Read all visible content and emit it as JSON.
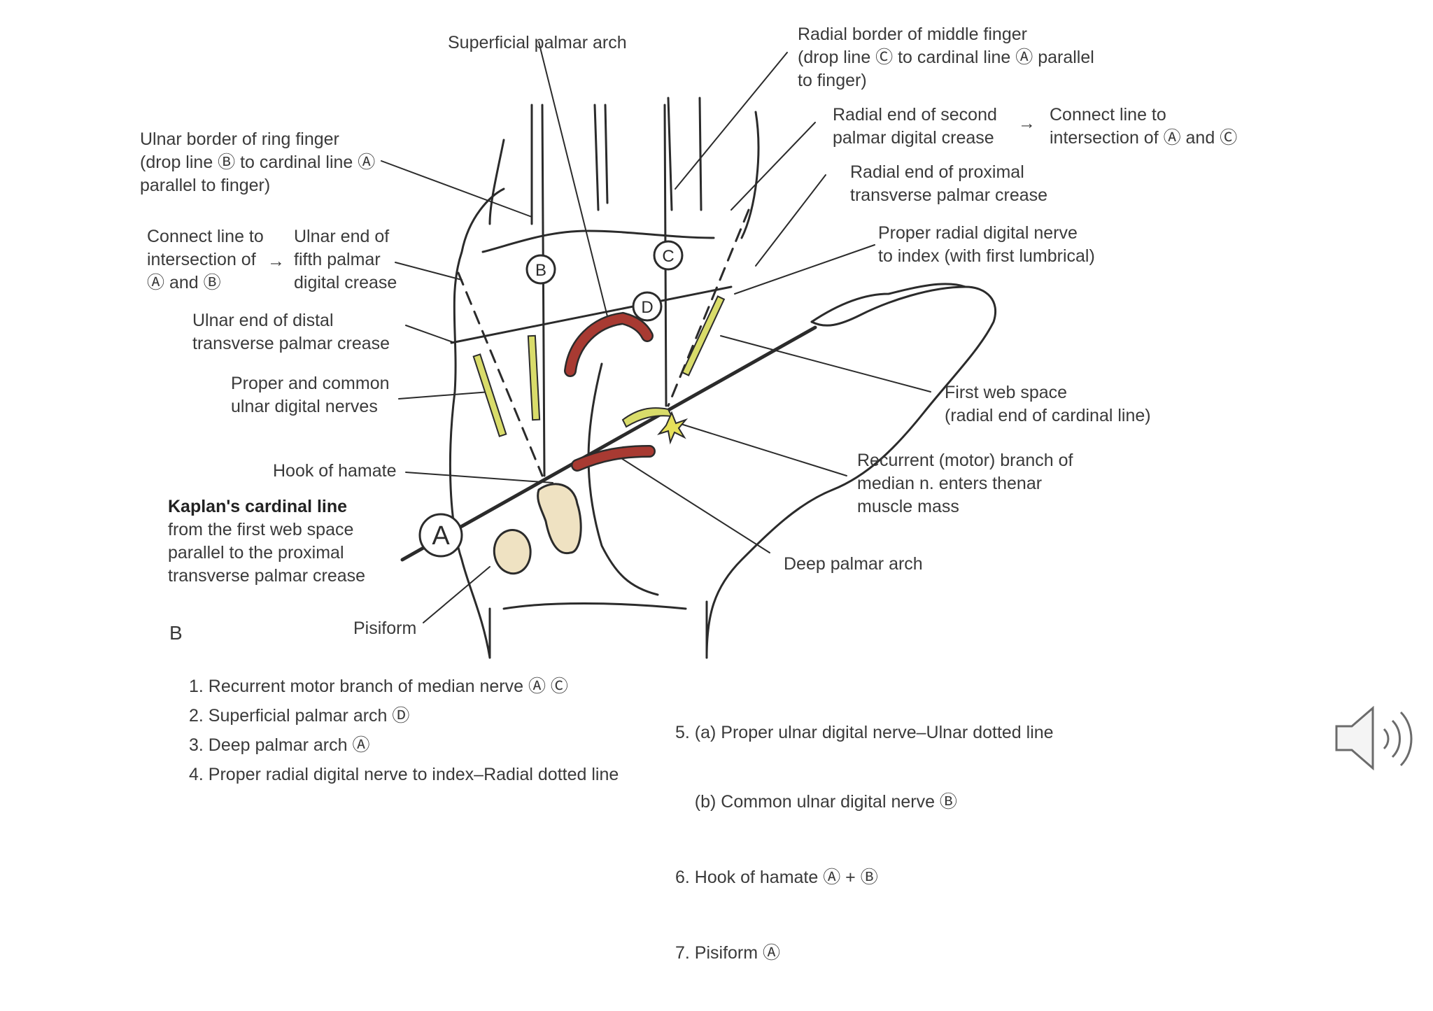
{
  "panel_letter": "B",
  "markers": {
    "a": "A",
    "b": "B",
    "c": "C",
    "d": "D"
  },
  "labels": {
    "superficial_palmar_arch": [
      "Superficial palmar arch"
    ],
    "radial_border_middle": [
      "Radial border of middle finger",
      "(drop line Ⓒ to cardinal line Ⓐ parallel",
      "to finger)"
    ],
    "radial_end_second": [
      "Radial end  of second",
      "palmar digital crease"
    ],
    "connect_ac": [
      "Connect line to",
      "intersection of Ⓐ and Ⓒ"
    ],
    "radial_end_proximal": [
      "Radial end of proximal",
      "transverse palmar crease"
    ],
    "proper_radial_digital": [
      "Proper radial digital nerve",
      "to index (with first lumbrical)"
    ],
    "ulnar_border_ring": [
      "Ulnar border of ring finger",
      "(drop line Ⓑ to cardinal line Ⓐ",
      "parallel to finger)"
    ],
    "connect_ab": [
      "Connect line to",
      "intersection of",
      "Ⓐ and Ⓑ"
    ],
    "ulnar_end_fifth": [
      "Ulnar end of",
      "fifth palmar",
      "digital crease"
    ],
    "ulnar_end_distal": [
      "Ulnar end of distal",
      "transverse palmar crease"
    ],
    "proper_common_ulnar": [
      "Proper and common",
      "ulnar digital nerves"
    ],
    "first_web_space": [
      "First web space",
      "(radial end of cardinal line)"
    ],
    "hook_of_hamate": [
      "Hook of hamate"
    ],
    "recurrent_motor": [
      "Recurrent (motor) branch of",
      "median n. enters thenar",
      "muscle mass"
    ],
    "kaplan_title": "Kaplan's cardinal line",
    "kaplan_body": [
      "from the first web space",
      "parallel to the proximal",
      "transverse palmar crease"
    ],
    "deep_palmar_arch": [
      "Deep palmar arch"
    ],
    "pisiform": [
      "Pisiform"
    ]
  },
  "list_left": [
    "1. Recurrent motor branch of median nerve Ⓐ Ⓒ",
    "2. Superficial palmar arch Ⓓ",
    "3. Deep palmar arch Ⓐ",
    "4. Proper radial digital nerve to index–Radial dotted line"
  ],
  "list_right": [
    "5. (a) Proper ulnar digital nerve–Ulnar dotted line",
    "    (b) Common ulnar digital nerve Ⓑ",
    "6. Hook of hamate Ⓐ + Ⓑ",
    "7. Pisiform Ⓐ"
  ],
  "colors": {
    "line": "#2b2b2b",
    "nerve_yellow": "#d9dc6a",
    "artery_red": "#a83a32",
    "bone": "#efe2c2",
    "speaker": "#6b6b6b"
  },
  "icons": {
    "speaker": "speaker-icon"
  }
}
